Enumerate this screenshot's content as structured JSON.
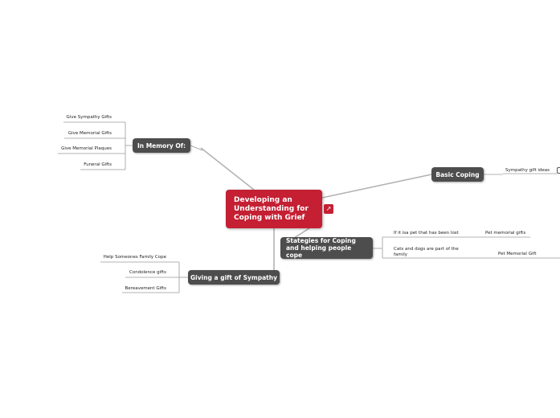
{
  "root": {
    "label": "Developing an Understanding for Coping with Grief",
    "icon": "external-link-icon"
  },
  "topics": {
    "in_memory": {
      "label": "In Memory Of:",
      "leaves": [
        "Give Sympathy Gifts",
        "Give Memorial Gifts",
        "Give Memorial Plaques",
        "Funeral Gifts"
      ]
    },
    "basic_coping": {
      "label": "Basic Coping",
      "leaves": [
        "Sympathy gift ideas"
      ]
    },
    "strategies": {
      "label": "Stategies for Coping and helping people cope",
      "leaves": [
        "If it isa pet that has been lost",
        "Cats and dogs are part of the family"
      ],
      "subleaves": [
        "Pet memorial gifts",
        "Pet Memorial Gift"
      ]
    },
    "sympathy": {
      "label": "Giving a gift of Sympathy",
      "leaves": [
        "Help Someones Family Cope",
        "Condolence gifts",
        "Bereavement Gifts"
      ]
    }
  },
  "colors": {
    "root": "#c41f33",
    "topic": "#4d4d4d",
    "line": "#b3b3b3"
  }
}
